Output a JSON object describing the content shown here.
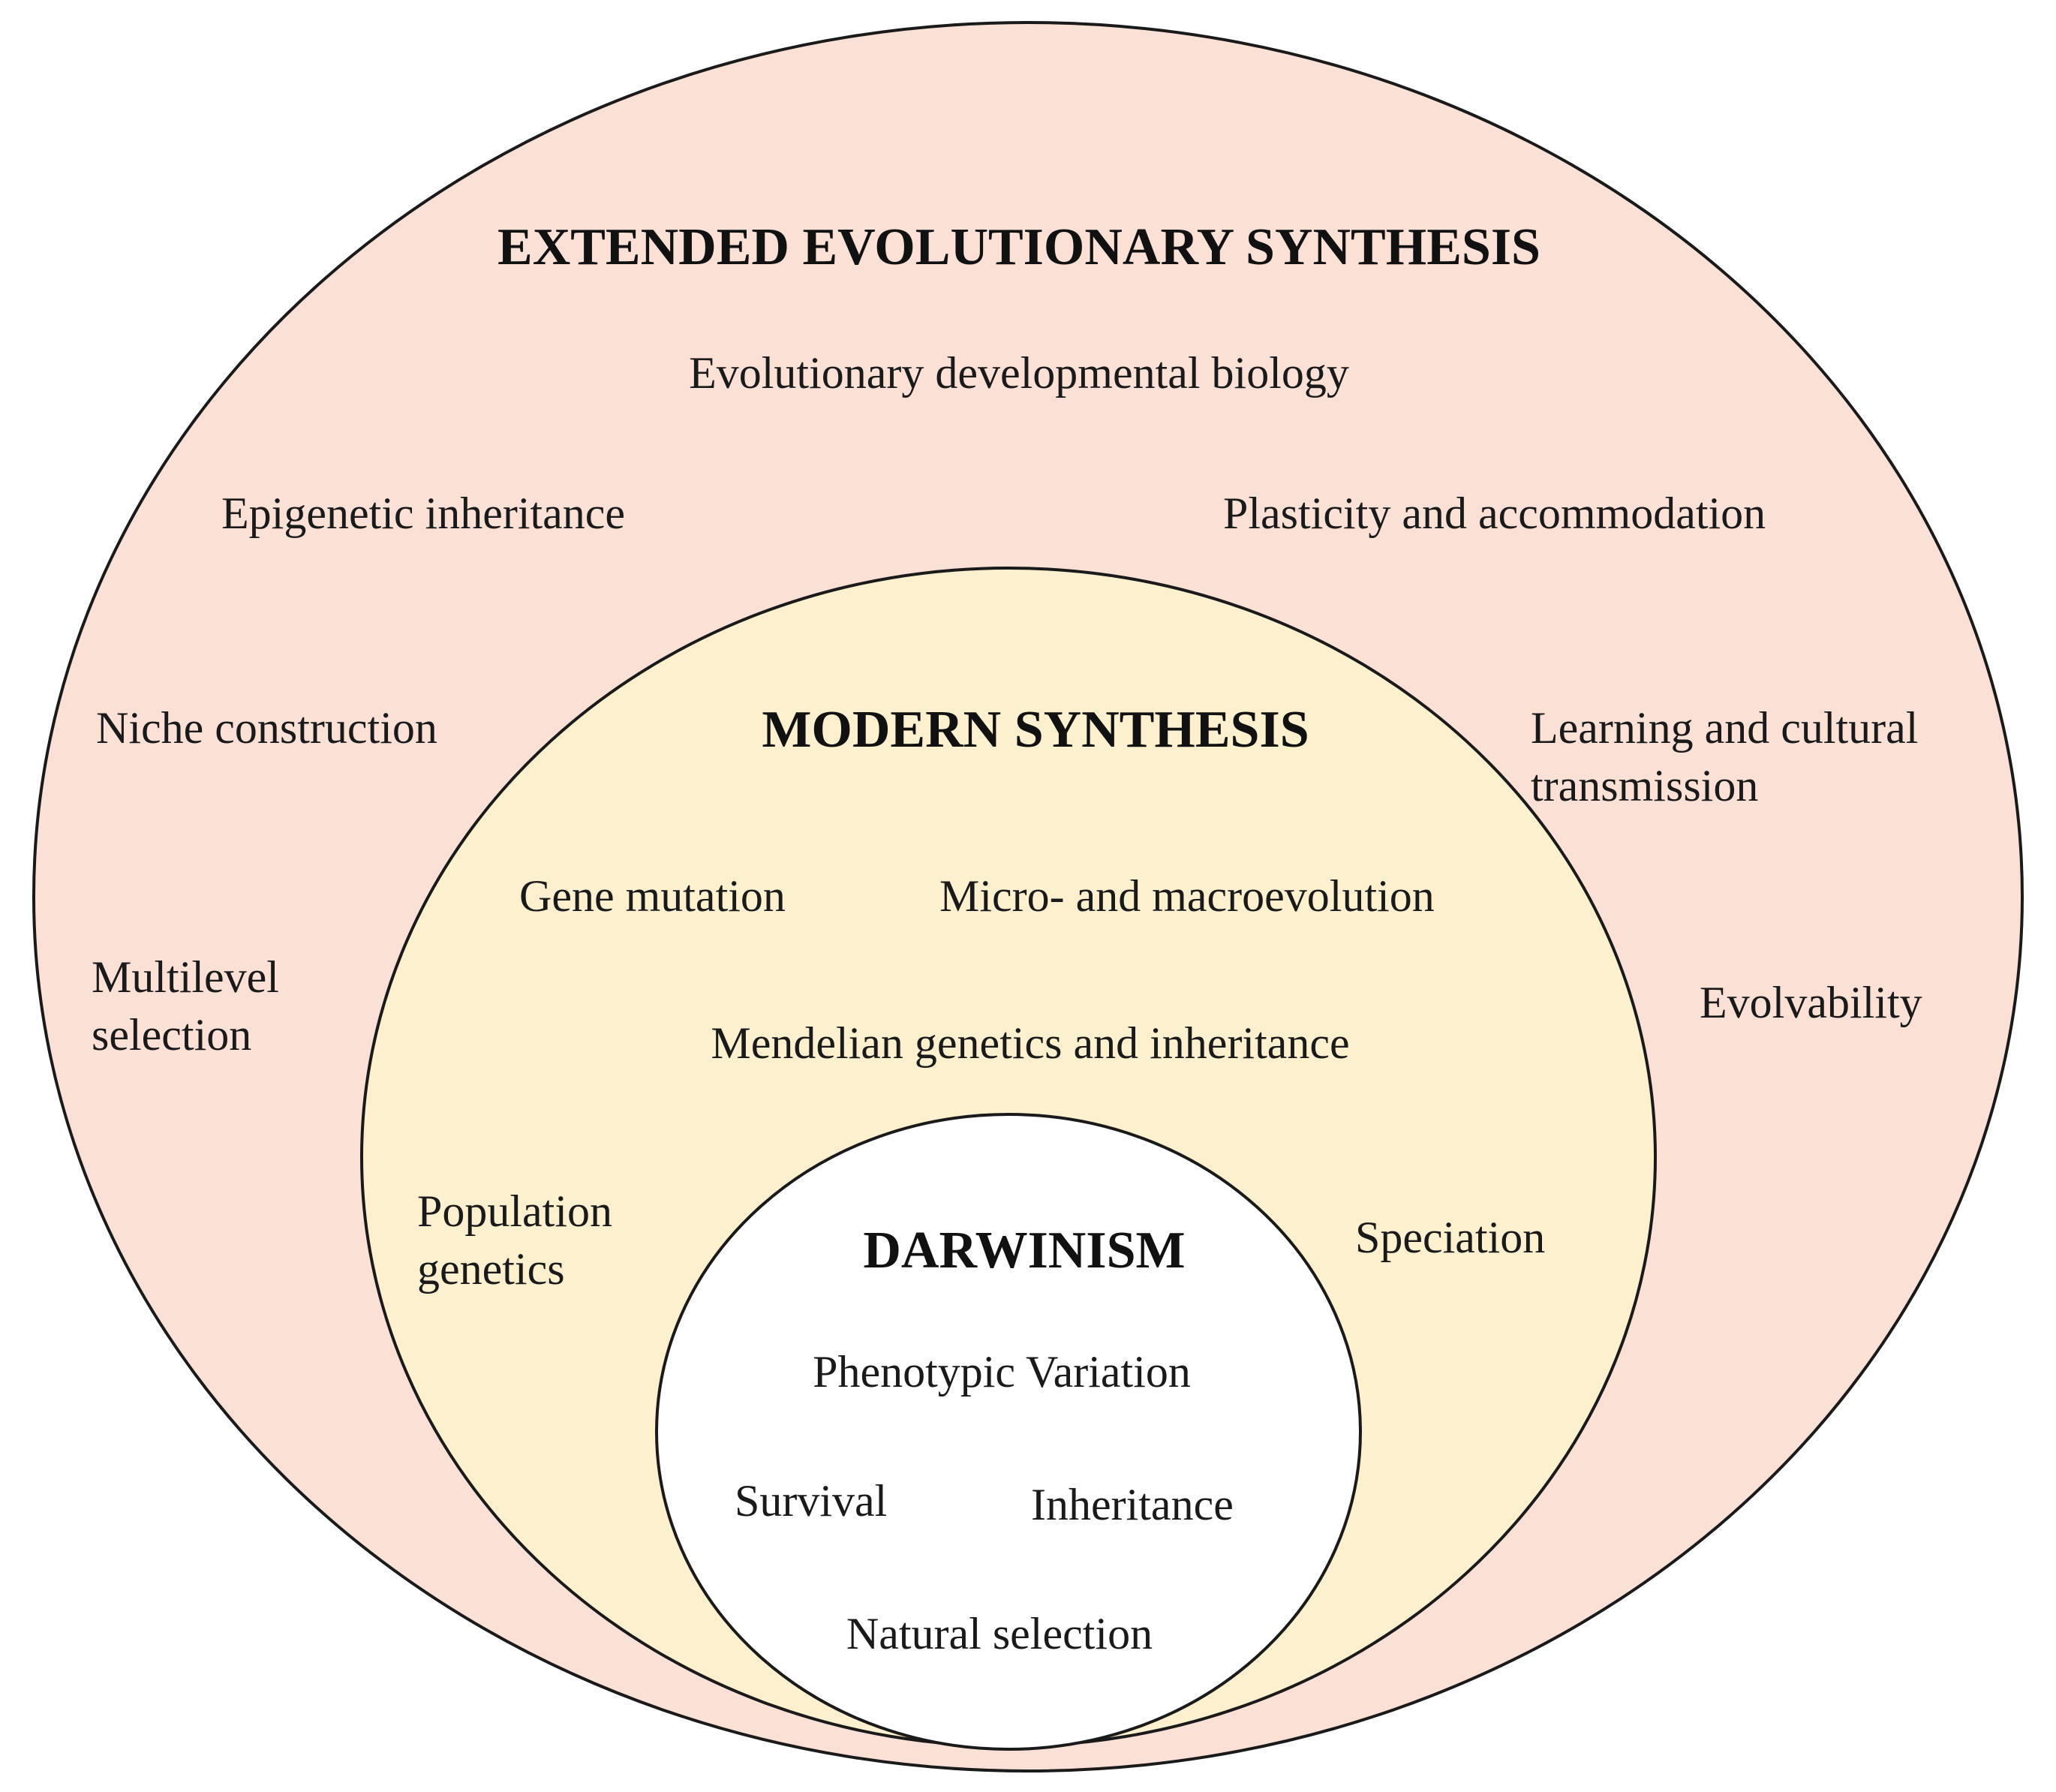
{
  "colors": {
    "outer_fill": "#fbe0d6",
    "middle_fill": "#fdf0cf",
    "inner_fill": "#ffffff",
    "outline": "#1a1a1a"
  },
  "extended": {
    "title": "EXTENDED EVOLUTIONARY SYNTHESIS",
    "evo_devo": "Evolutionary developmental biology",
    "epigenetic": "Epigenetic inheritance",
    "plasticity": "Plasticity and accommodation",
    "niche": "Niche construction",
    "learning_line1": "Learning and cultural",
    "learning_line2": "transmission",
    "multilevel_line1": "Multilevel",
    "multilevel_line2": "selection",
    "evolvability": "Evolvability"
  },
  "modern": {
    "title": "MODERN SYNTHESIS",
    "gene_mutation": "Gene mutation",
    "micro_macro": "Micro- and macroevolution",
    "mendelian": "Mendelian genetics and inheritance",
    "population_line1": "Population",
    "population_line2": "genetics",
    "speciation": "Speciation"
  },
  "darwinism": {
    "title": "DARWINISM",
    "phenotypic": "Phenotypic Variation",
    "survival": "Survival",
    "inheritance": "Inheritance",
    "natural_selection": "Natural selection"
  }
}
